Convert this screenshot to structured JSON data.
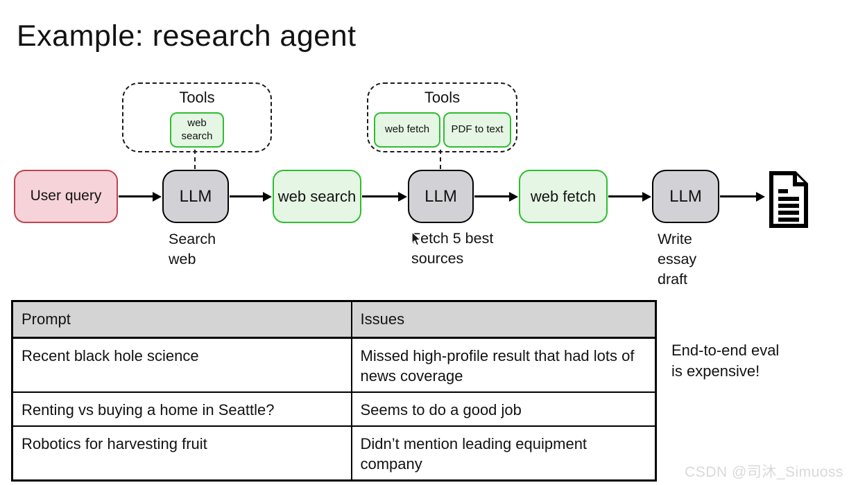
{
  "slide": {
    "title": "Example: research agent"
  },
  "diagram": {
    "tools_groups": [
      {
        "label": "Tools",
        "tools": [
          {
            "label": "web search"
          }
        ]
      },
      {
        "label": "Tools",
        "tools": [
          {
            "label": "web fetch"
          },
          {
            "label": "PDF to text"
          }
        ]
      }
    ],
    "nodes": [
      {
        "label": "User query"
      },
      {
        "label": "LLM",
        "caption": "Search web"
      },
      {
        "label": "web search"
      },
      {
        "label": "LLM",
        "caption": "Fetch 5 best sources"
      },
      {
        "label": "web fetch"
      },
      {
        "label": "LLM",
        "caption": "Write essay draft"
      }
    ],
    "output_icon": "document-icon",
    "cursor_icon": "cursor-icon"
  },
  "table": {
    "headers": [
      "Prompt",
      "Issues"
    ],
    "rows": [
      [
        "Recent black hole science",
        "Missed high-profile result that had lots of news coverage"
      ],
      [
        "Renting vs buying a home in Seattle?",
        "Seems to do a good job"
      ],
      [
        "Robotics for harvesting fruit",
        "Didn’t mention leading equipment company"
      ]
    ]
  },
  "note": "End-to-end eval is expensive!",
  "watermark": "CSDN @司沐_Simuoss",
  "colors": {
    "input_fill": "#f6d3d8",
    "input_border": "#bf4450",
    "llm_fill": "#d2d2d6",
    "tool_fill": "#e5f7e4",
    "tool_border": "#2fbd2f",
    "table_header_fill": "#d4d4d4",
    "line": "#000000",
    "watermark_text": "#d9d9d9"
  }
}
